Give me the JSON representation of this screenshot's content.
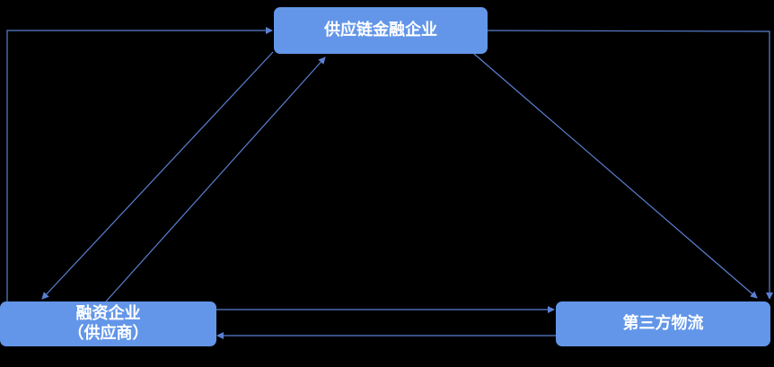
{
  "nodes": {
    "top": "供应链金融企业",
    "left_line1": "融资企业",
    "left_line2": "（供应商）",
    "right": "第三方物流"
  },
  "colors": {
    "node": "#6396e8",
    "edge": "#5b80d2",
    "background": "#000000"
  }
}
